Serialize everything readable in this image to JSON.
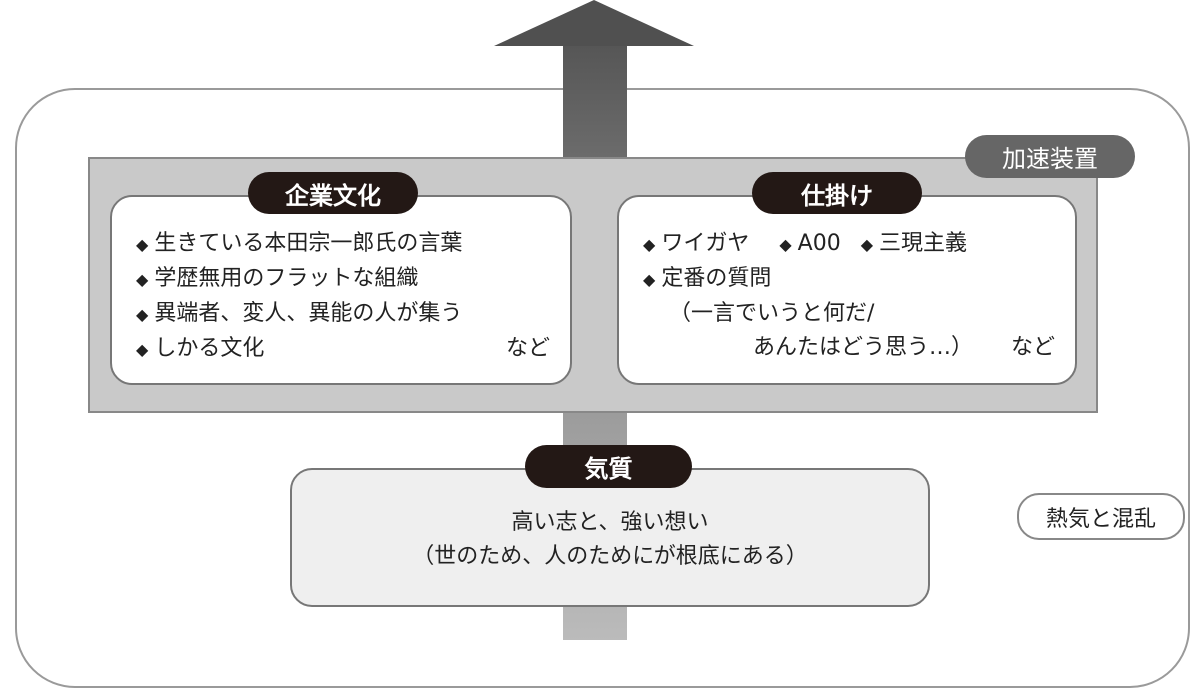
{
  "accelerator": {
    "label": "加速装置"
  },
  "culture": {
    "label": "企業文化",
    "items": [
      "生きている本田宗一郎氏の言葉",
      "学歴無用のフラットな組織",
      "異端者、変人、異能の人が集う",
      "しかる文化"
    ],
    "etc": "など"
  },
  "mechanism": {
    "label": "仕掛け",
    "items": [
      "ワイガヤ",
      "A00",
      "三現主義",
      "定番の質問"
    ],
    "note1": "（一言でいうと何だ/",
    "note2": "あんたはどう思う…）",
    "etc": "など"
  },
  "temperament": {
    "label": "気質",
    "line1": "高い志と、強い想い",
    "line2": "（世のため、人のためにが根底にある）"
  },
  "heat": {
    "label": "熱気と混乱"
  }
}
